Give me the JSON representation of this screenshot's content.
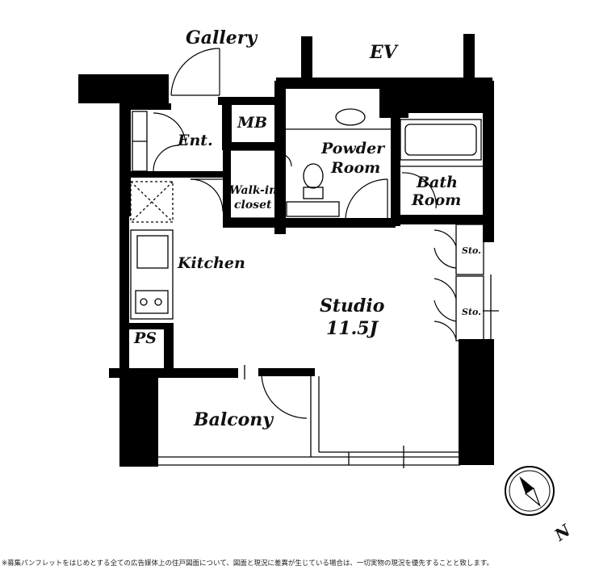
{
  "rooms": {
    "gallery": "Gallery",
    "ev": "EV",
    "ent": "Ent.",
    "mb": "MB",
    "powder_1": "Powder",
    "powder_2": "Room",
    "bath_1": "Bath",
    "bath_2": "Room",
    "walkin_1": "Walk-in",
    "walkin_2": "closet",
    "kitchen": "Kitchen",
    "studio_1": "Studio",
    "studio_2": "11.5J",
    "sto_1": "Sto.",
    "sto_2": "Sto.",
    "ps": "PS",
    "balcony": "Balcony"
  },
  "compass": {
    "label": "N"
  },
  "footnote": "※募集パンフレットをはじめとする全ての広告媒体上の住戸図面について、図面と現況に差異が生じている場合は、一切実物の現況を優先することと致します。"
}
